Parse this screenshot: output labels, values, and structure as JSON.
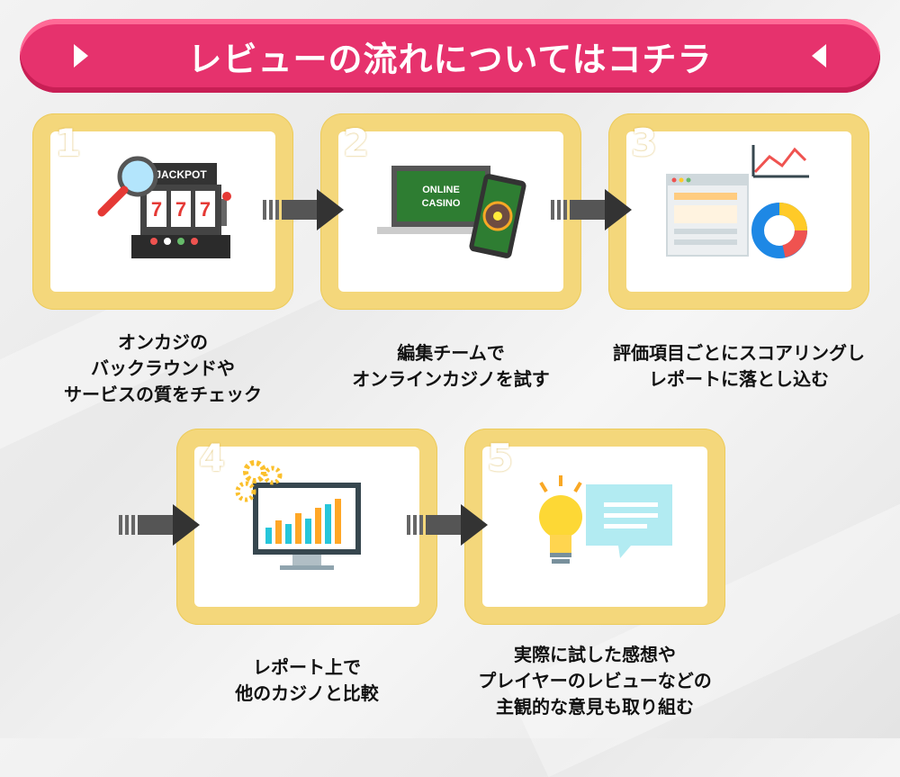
{
  "banner": {
    "title": "レビューの流れについてはコチラ"
  },
  "steps": [
    {
      "number": "1",
      "caption": [
        "オンカジの",
        "バックラウンドや",
        "サービスの質をチェック"
      ],
      "illustration": "slot-machine-magnifier",
      "sign_text": "JACKPOT",
      "reels": "777"
    },
    {
      "number": "2",
      "caption": [
        "編集チームで",
        "オンラインカジノを試す"
      ],
      "illustration": "laptop-phone-roulette",
      "screen_text": [
        "ONLINE",
        "CASINO"
      ]
    },
    {
      "number": "3",
      "caption": [
        "評価項目ごとにスコアリングし",
        "レポートに落とし込む"
      ],
      "illustration": "report-charts"
    },
    {
      "number": "4",
      "caption": [
        "レポート上で",
        "他のカジノと比較"
      ],
      "illustration": "monitor-bar-chart-gears"
    },
    {
      "number": "5",
      "caption": [
        "実際に試した感想や",
        "プレイヤーのレビューなどの",
        "主観的な意見も取り組む"
      ],
      "illustration": "lightbulb-speech-bubble"
    }
  ],
  "colors": {
    "banner": "#e6326d",
    "frame": "#f4d77b",
    "arrow": "#555555",
    "text": "#111111"
  }
}
